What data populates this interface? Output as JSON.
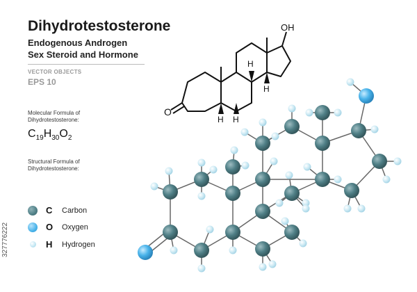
{
  "header": {
    "title": "Dihydrotestosterone",
    "subtitle1": "Endogenous Androgen",
    "subtitle2": "Sex Steroid and Hormone",
    "vector_label": "VECTOR OBJECTS",
    "eps_label": "EPS 10"
  },
  "info": {
    "molecular_label_1": "Molecular Formula of",
    "molecular_label_2": "Dihydrotestosterone:",
    "formula_c": "C",
    "formula_c_sub": "19",
    "formula_h": "H",
    "formula_h_sub": "30",
    "formula_o": "O",
    "formula_o_sub": "2",
    "structural_label_1": "Structural  Formula of",
    "structural_label_2": "Dihydrotestosterone:"
  },
  "legend": [
    {
      "symbol": "C",
      "name": "Carbon",
      "color": "#4f7f86"
    },
    {
      "symbol": "O",
      "name": "Oxygen",
      "color": "#49b3ea"
    },
    {
      "symbol": "H",
      "name": "Hydrogen",
      "color": "#bfe5f2"
    }
  ],
  "skeletal": {
    "oh_label": "OH",
    "o_label": "O",
    "h_labels": [
      "H",
      "H",
      "H",
      "H"
    ]
  },
  "stock_id": "327776222"
}
